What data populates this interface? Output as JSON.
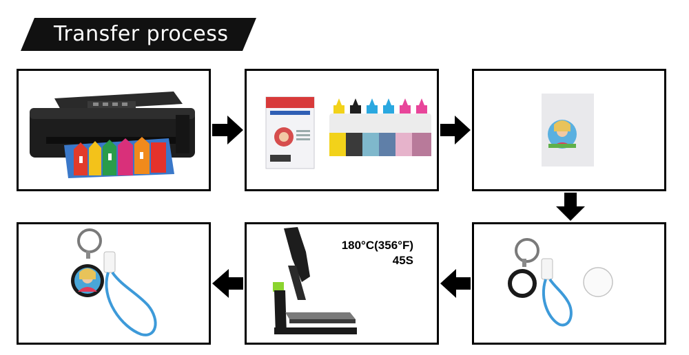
{
  "title": "Transfer process",
  "steps": [
    {
      "id": "print",
      "illustration": "inkjet-printer"
    },
    {
      "id": "materials",
      "illustration": "sublimation-paper-and-ink-bottles"
    },
    {
      "id": "printed-transfer",
      "illustration": "printed-photo-on-paper"
    },
    {
      "id": "blank-keychain",
      "illustration": "keychain-blank-and-insert"
    },
    {
      "id": "heat-press",
      "illustration": "heat-press-machine",
      "temperature": "180°C(356°F)",
      "time": "45S"
    },
    {
      "id": "finished-keychain",
      "illustration": "finished-photo-keychain"
    }
  ],
  "colors": {
    "banner": "#111111",
    "border": "#000000",
    "ink": [
      "#f2d21a",
      "#1f1f1f",
      "#2aa8e0",
      "#2aa8e0",
      "#e8459a",
      "#e8459a"
    ],
    "cable": "#3d9ad9",
    "press_accent": "#8bd42f"
  }
}
